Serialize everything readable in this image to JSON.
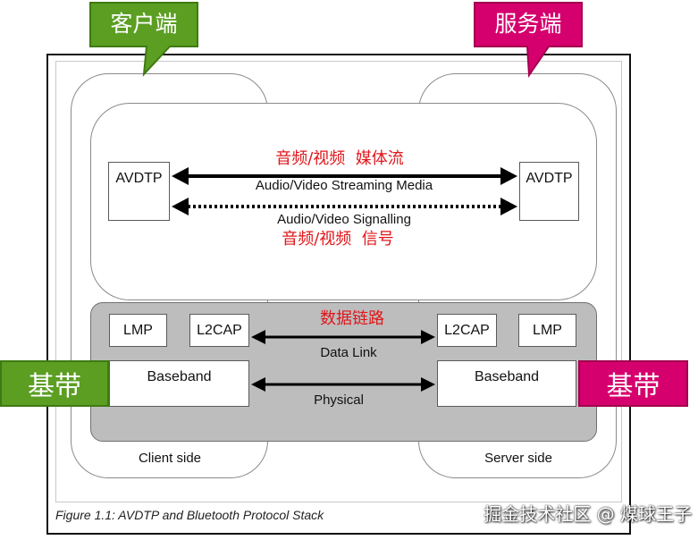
{
  "callouts": {
    "client": "客户端",
    "server": "服务端"
  },
  "upper_layer": {
    "left_protocol": "AVDTP",
    "right_protocol": "AVDTP",
    "streaming_media_cn": "音频/视频  媒体流",
    "streaming_media_en": "Audio/Video Streaming Media",
    "signalling_en": "Audio/Video Signalling",
    "signalling_cn": "音频/视频  信号"
  },
  "lower_layer": {
    "left_lmp": "LMP",
    "left_l2cap": "L2CAP",
    "right_l2cap": "L2CAP",
    "right_lmp": "LMP",
    "data_link_cn": "数据链路",
    "data_link_en": "Data Link",
    "left_baseband": "Baseband",
    "right_baseband": "Baseband",
    "physical_en": "Physical"
  },
  "sides": {
    "client": "Client side",
    "server": "Server side"
  },
  "baseband_tags": {
    "left": "基带",
    "right": "基带"
  },
  "caption": "Figure 1.1: AVDTP and Bluetooth Protocol Stack",
  "watermark": "掘金技术社区 @ 煤球王子",
  "colors": {
    "client_accent": "#5b9e22",
    "client_accent_border": "#3f7a12",
    "server_accent": "#d5006d",
    "server_accent_border": "#a3004f",
    "annotation_red": "#e0161b",
    "link_layer_gray": "#bdbdbd"
  }
}
